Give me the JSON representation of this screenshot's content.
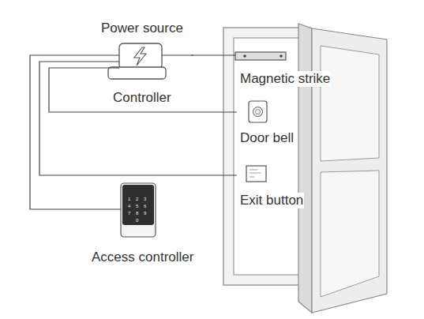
{
  "diagram": {
    "nodes": [
      {
        "text": [
          "Power source",
          "Controller"
        ]
      },
      {
        "text": [
          "Magnetic strike"
        ]
      },
      {
        "text": [
          "Door bell"
        ]
      },
      {
        "text": [
          "Exit button"
        ]
      },
      {
        "text": [
          "Access controller"
        ]
      }
    ],
    "edges": [
      {
        "from": 0,
        "to": 1,
        "arrow": "none"
      },
      {
        "from": 0,
        "to": 2,
        "arrow": "none"
      },
      {
        "from": 0,
        "to": 3,
        "arrow": "none"
      },
      {
        "from": 0,
        "to": 4,
        "arrow": "none"
      }
    ],
    "labels": [
      "1",
      "2",
      "3",
      "4",
      "5",
      "6",
      "7",
      "8",
      "9",
      "0"
    ]
  }
}
